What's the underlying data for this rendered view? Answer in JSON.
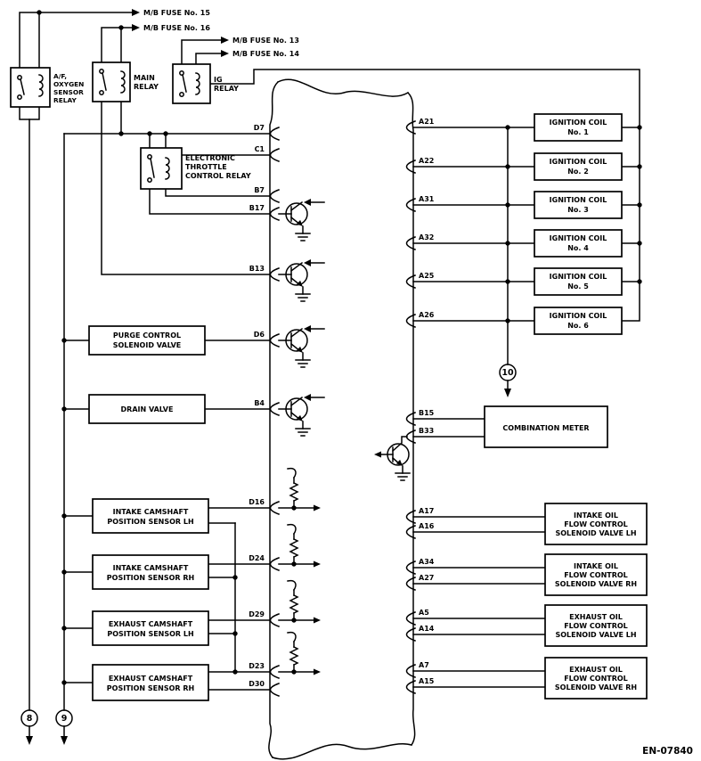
{
  "doc": {
    "code": "EN-07840"
  },
  "fuses": [
    {
      "label": "M/B FUSE No. 15"
    },
    {
      "label": "M/B FUSE No. 16"
    },
    {
      "label": "M/B FUSE No. 13"
    },
    {
      "label": "M/B FUSE No. 14"
    }
  ],
  "relays": {
    "afr": {
      "lines": [
        "A/F,",
        "OXYGEN",
        "SENSOR",
        "RELAY"
      ]
    },
    "main": {
      "lines": [
        "MAIN",
        "RELAY"
      ]
    },
    "ig": {
      "lines": [
        "IG",
        "RELAY"
      ]
    },
    "etc": {
      "lines": [
        "ELECTRONIC",
        "THROTTLE",
        "CONTROL RELAY"
      ]
    }
  },
  "left_components": {
    "purge": {
      "lines": [
        "PURGE CONTROL",
        "SOLENOID VALVE"
      ]
    },
    "drain": {
      "lines": [
        "DRAIN VALVE"
      ]
    },
    "cam_intake_lh": {
      "lines": [
        "INTAKE CAMSHAFT",
        "POSITION SENSOR LH"
      ]
    },
    "cam_intake_rh": {
      "lines": [
        "INTAKE CAMSHAFT",
        "POSITION SENSOR RH"
      ]
    },
    "cam_exhaust_lh": {
      "lines": [
        "EXHAUST CAMSHAFT",
        "POSITION SENSOR LH"
      ]
    },
    "cam_exhaust_rh": {
      "lines": [
        "EXHAUST CAMSHAFT",
        "POSITION SENSOR RH"
      ]
    }
  },
  "left_pins": [
    "D7",
    "C1",
    "B7",
    "B17",
    "B13",
    "D6",
    "B4",
    "D16",
    "D24",
    "D29",
    "D23",
    "D30"
  ],
  "right_pins": [
    "A21",
    "A22",
    "A31",
    "A32",
    "A25",
    "A26",
    "B15",
    "B33",
    "A17",
    "A16",
    "A34",
    "A27",
    "A5",
    "A14",
    "A7",
    "A15"
  ],
  "ignition_coils": [
    {
      "lines": [
        "IGNITION COIL",
        "No. 1"
      ]
    },
    {
      "lines": [
        "IGNITION COIL",
        "No. 2"
      ]
    },
    {
      "lines": [
        "IGNITION COIL",
        "No. 3"
      ]
    },
    {
      "lines": [
        "IGNITION COIL",
        "No. 4"
      ]
    },
    {
      "lines": [
        "IGNITION COIL",
        "No. 5"
      ]
    },
    {
      "lines": [
        "IGNITION COIL",
        "No. 6"
      ]
    }
  ],
  "right_components": {
    "combination_meter": {
      "lines": [
        "COMBINATION METER"
      ]
    },
    "intake_oil_lh": {
      "lines": [
        "INTAKE OIL",
        "FLOW CONTROL",
        "SOLENOID VALVE LH"
      ]
    },
    "intake_oil_rh": {
      "lines": [
        "INTAKE OIL",
        "FLOW CONTROL",
        "SOLENOID VALVE RH"
      ]
    },
    "exhaust_oil_lh": {
      "lines": [
        "EXHAUST OIL",
        "FLOW CONTROL",
        "SOLENOID VALVE LH"
      ]
    },
    "exhaust_oil_rh": {
      "lines": [
        "EXHAUST OIL",
        "FLOW CONTROL",
        "SOLENOID VALVE RH"
      ]
    }
  },
  "connector_refs": [
    "8",
    "9",
    "10"
  ]
}
